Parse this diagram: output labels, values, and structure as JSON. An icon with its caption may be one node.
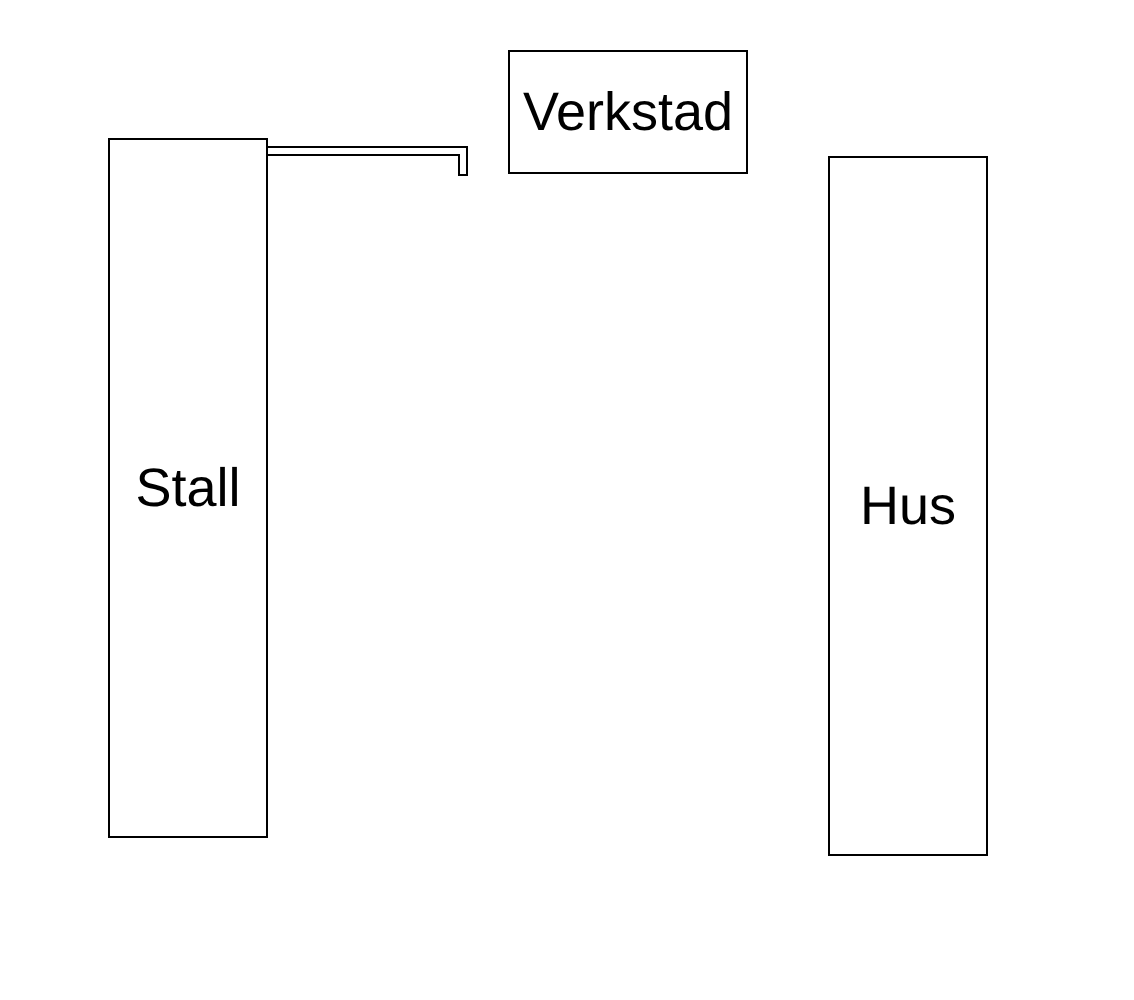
{
  "diagram": {
    "nodes": [
      {
        "text": [
          "Verkstad"
        ]
      },
      {
        "text": [
          "Stall"
        ]
      },
      {
        "text": [
          "Hus"
        ]
      }
    ]
  }
}
